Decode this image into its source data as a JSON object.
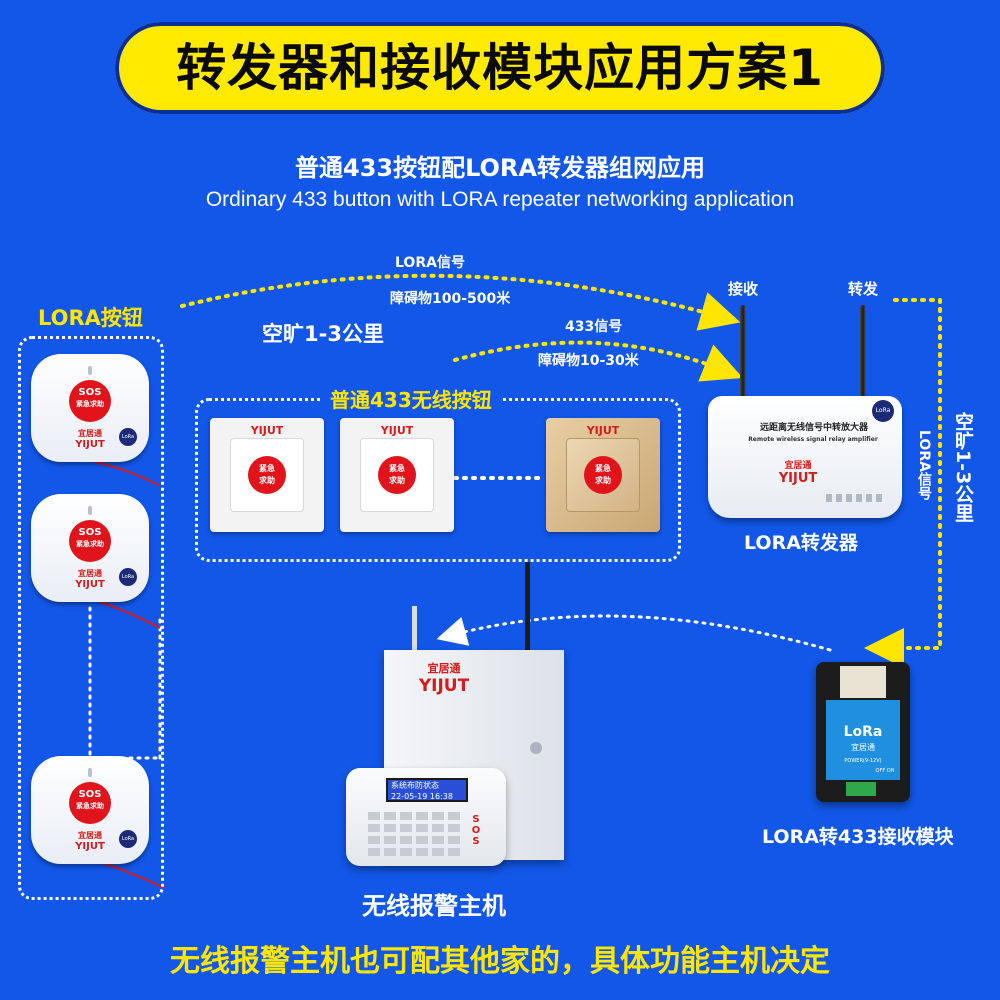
{
  "banner": {
    "title": "转发器和接收模块应用方案1"
  },
  "subtitle": {
    "cn": "普通433按钮配LORA转发器组网应用",
    "en": "Ordinary 433 button with LORA repeater networking application"
  },
  "left_group": {
    "label": "LORA按钮",
    "button": {
      "sos": "SOS",
      "cn": "紧急求助",
      "brand_cn": "宜居通",
      "brand_en": "YIJUT",
      "badge": "LoRa"
    }
  },
  "signals": {
    "lora_top": "LORA信号",
    "lora_obstacle": "障碍物100-500米",
    "lora_open": "空旷1-3公里",
    "s433": "433信号",
    "s433_obstacle": "障碍物10-30米",
    "right_lora": "LORA信号",
    "right_open": "空旷1-3公里"
  },
  "mid_group": {
    "label": "普通433无线按钮",
    "button": {
      "brand": "YIJUT",
      "cn1": "紧急",
      "cn2": "求助"
    }
  },
  "repeater": {
    "receive": "接收",
    "forward": "转发",
    "screen_cn": "远距离无线信号中转放大器",
    "screen_en": "Remote wireless signal relay amplifier",
    "brand_cn": "宜居通",
    "brand_en": "YIJUT",
    "badge": "LoRa",
    "label": "LORA转发器"
  },
  "host": {
    "brand_cn": "宜居通",
    "brand_en": "YIJUT",
    "lcd_line1": "系统布防状态",
    "lcd_line2": "22-05-19  16:38",
    "sos": "SOS",
    "label": "无线报警主机"
  },
  "module": {
    "lora": "LoRa",
    "brand": "宜居通",
    "power": "POWER(9-12V)",
    "off_on": "OFF ON",
    "label": "LORA转433接收模块"
  },
  "footer": {
    "text": "无线报警主机也可配其他家的，具体功能主机决定"
  },
  "colors": {
    "background": "#1257e8",
    "banner": "#ffea00",
    "accent_yellow": "#ffe600",
    "sos_red": "#e0141a"
  }
}
